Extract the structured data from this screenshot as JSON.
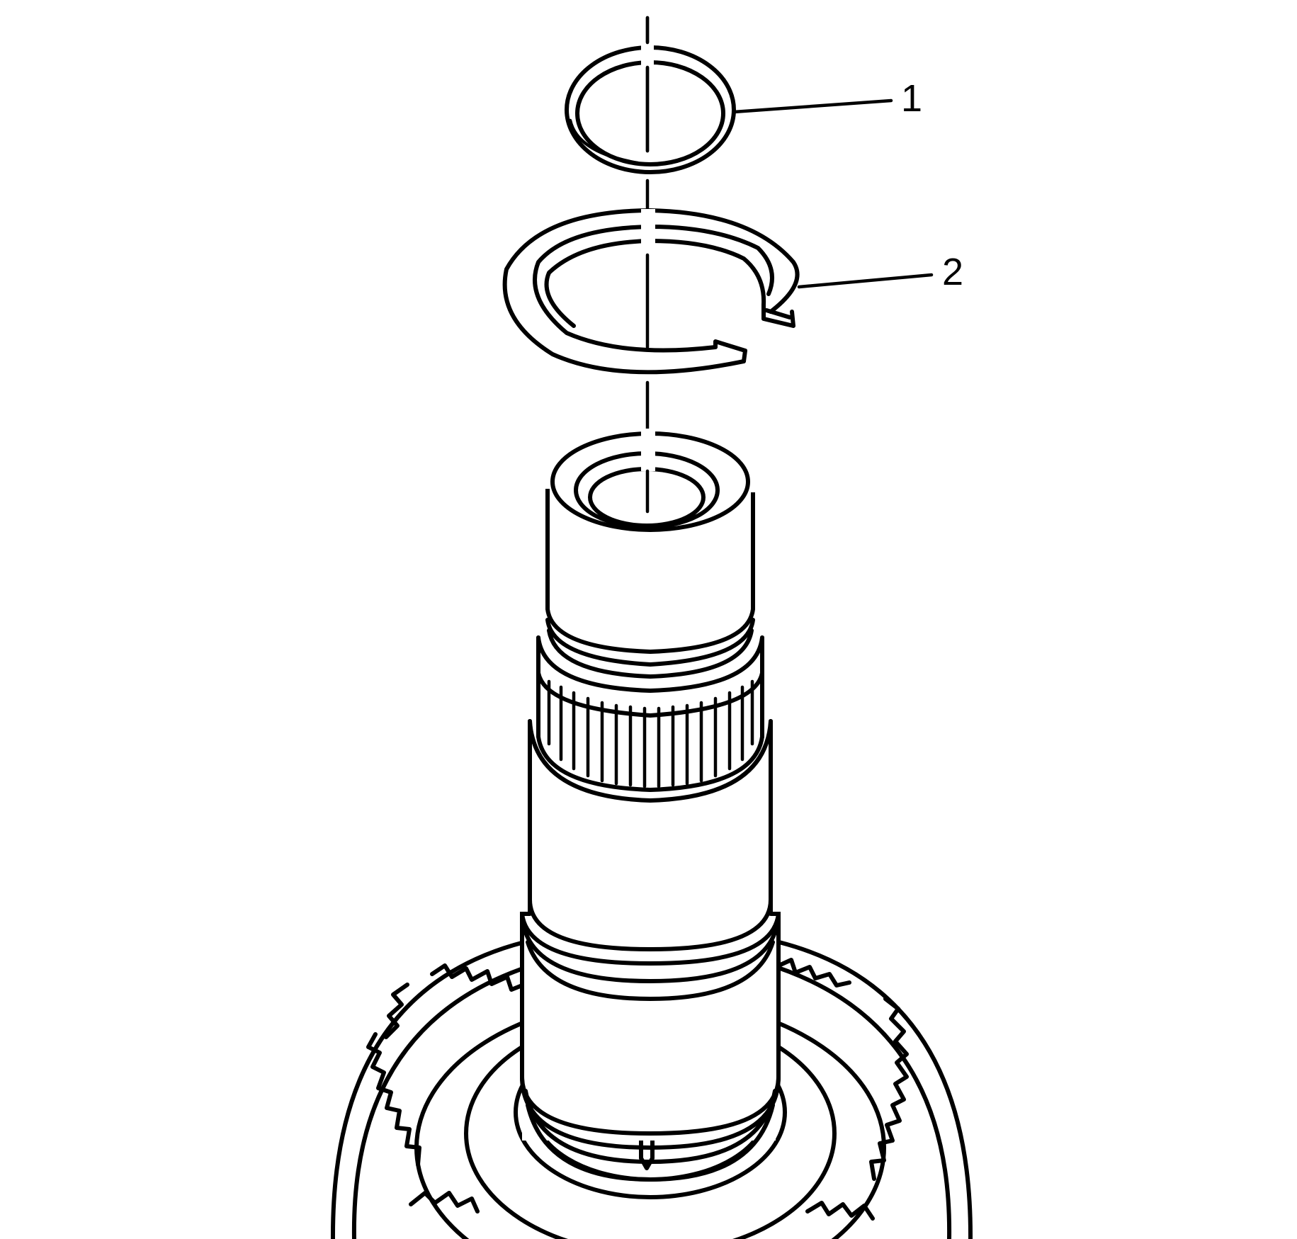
{
  "diagram": {
    "description": "Exploded view of transmission shaft with seal ring and snap ring",
    "line_color": "#000000",
    "background_color": "#ffffff",
    "callouts": [
      {
        "number": "1",
        "part": "ring-seal"
      },
      {
        "number": "2",
        "part": "snap-ring"
      }
    ]
  }
}
